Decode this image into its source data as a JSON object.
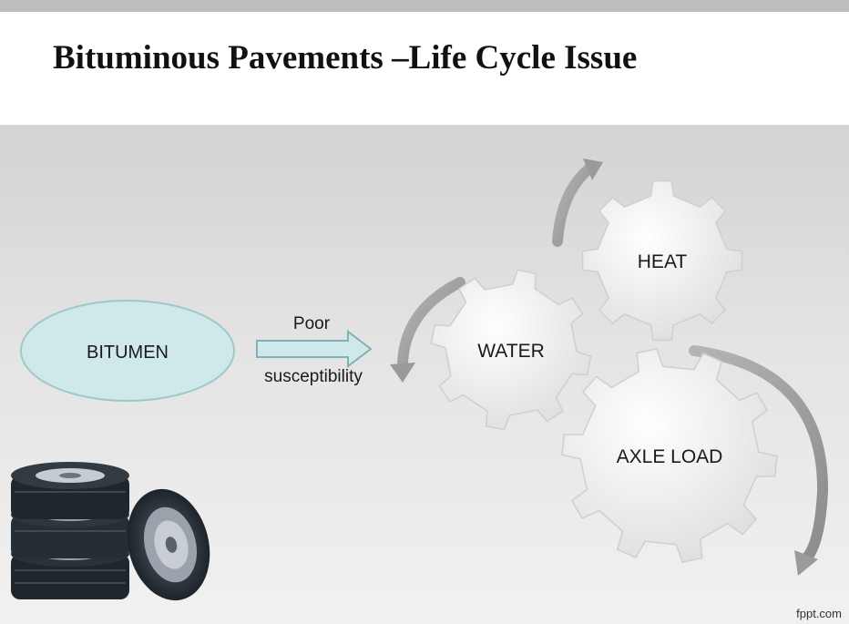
{
  "slide": {
    "title": "Bituminous Pavements –Life Cycle Issue",
    "watermark": "fppt.com"
  },
  "diagram": {
    "source_node": "BITUMEN",
    "arrow_label_top": "Poor",
    "arrow_label_bottom": "susceptibility",
    "gears": [
      "WATER",
      "HEAT",
      "AXLE LOAD"
    ]
  },
  "icons": [
    "tire-stack-icon",
    "gear-icon",
    "curved-arrow-icon"
  ],
  "colors": {
    "ellipse_fill": "#cfe9ea",
    "ellipse_stroke": "#9fc7c9",
    "arrow_fill": "#cfe9ea",
    "gear_fill": "#f2f2f2",
    "background_top": "#d3d3d3",
    "background_bottom": "#f1f1f1"
  }
}
